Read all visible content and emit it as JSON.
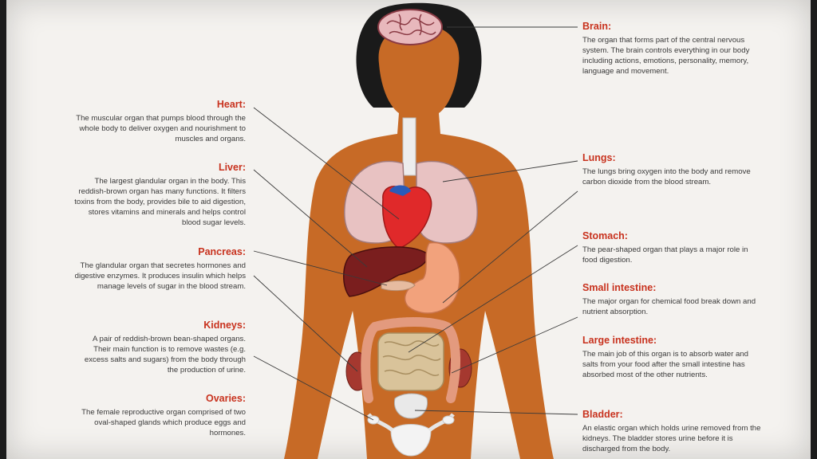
{
  "colors": {
    "title": "#c8321e",
    "body_text": "#3a3a3a",
    "skin": "#c76a26",
    "hair": "#1a1a1a",
    "paper": "#f4f2ef",
    "frame": "#1c1c1c"
  },
  "organs": {
    "brain": {
      "title": "Brain:",
      "text": "The organ that forms part of the central nervous system. The brain controls everything in our body including actions, emotions, personality, memory, language and movement."
    },
    "heart": {
      "title": "Heart:",
      "text": "The muscular organ that pumps blood through the whole body to deliver oxygen and nourishment to muscles and organs."
    },
    "liver": {
      "title": "Liver:",
      "text": "The largest glandular organ in the body. This reddish-brown organ has many functions. It filters toxins from the body, provides bile to aid digestion, stores vitamins and minerals and helps control blood sugar levels."
    },
    "pancreas": {
      "title": "Pancreas:",
      "text": "The glandular organ that secretes hormones and digestive enzymes. It produces insulin which helps manage levels of sugar in the blood stream."
    },
    "kidneys": {
      "title": "Kidneys:",
      "text": "A pair of reddish-brown bean-shaped organs. Their main function is to remove wastes (e.g. excess salts and sugars) from the body through the production of urine."
    },
    "ovaries": {
      "title": "Ovaries:",
      "text": "The female reproductive organ comprised of two oval-shaped glands which produce eggs and hormones."
    },
    "lungs": {
      "title": "Lungs:",
      "text": "The lungs bring oxygen into the body and remove carbon dioxide from the blood stream."
    },
    "stomach": {
      "title": "Stomach:",
      "text": "The pear-shaped organ that plays a major role in food digestion."
    },
    "small_intestine": {
      "title": "Small intestine:",
      "text": "The major organ for chemical food break down and nutrient absorption."
    },
    "large_intestine": {
      "title": "Large intestine:",
      "text": "The main job of this organ is to absorb water and salts from your food after the small intestine has absorbed most of the other nutrients."
    },
    "bladder": {
      "title": "Bladder:",
      "text": "An elastic organ which holds urine removed from the kidneys. The bladder stores urine before it is discharged from the body."
    }
  }
}
